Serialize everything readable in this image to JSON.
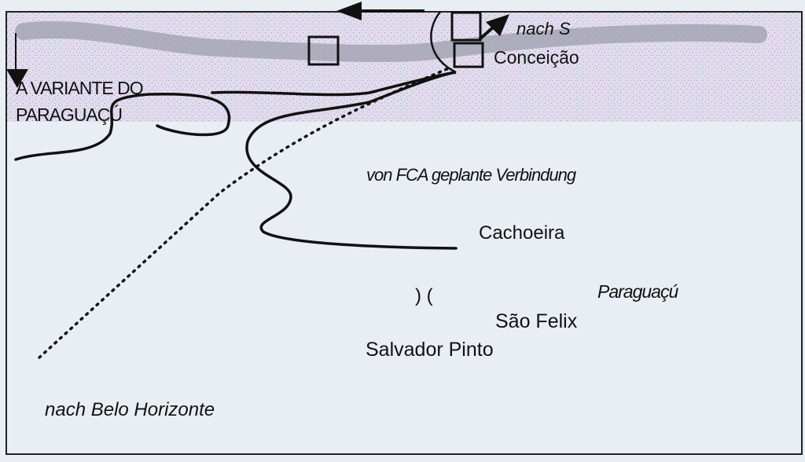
{
  "map": {
    "labels": {
      "variante_line1": "A VARIANTE DO",
      "variante_line2": "PARAGUAÇÚ",
      "nach_s": "nach S",
      "conceicao": "Conceição",
      "planned_connection": "von FCA geplante Verbindung",
      "cachoeira": "Cachoeira",
      "bridge": ") (",
      "paraguacu": "Paraguaçú",
      "sao_felix": "São Felix",
      "salvador_pinto": "Salvador Pinto",
      "belo_horizonte": "nach Belo Horizonte"
    },
    "colors": {
      "background": "#e8eef4",
      "band": "#d8d4e4",
      "line": "#111111"
    }
  }
}
